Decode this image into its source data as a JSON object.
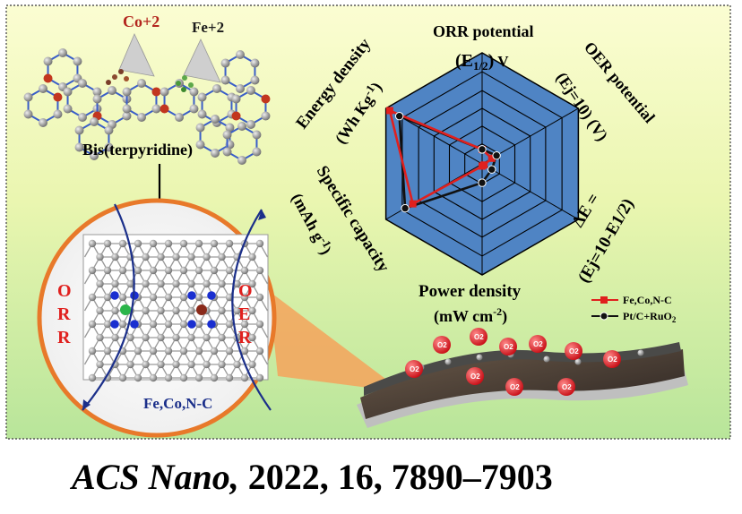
{
  "precursor": {
    "cobalt_ion": "Co+2",
    "iron_ion": "Fe+2",
    "ligand_label": "Bis(terpyridine)"
  },
  "catalyst": {
    "label": "Fe,Co,N-C",
    "orr_letters": [
      "O",
      "R",
      "R"
    ],
    "oer_letters": [
      "O",
      "E",
      "R"
    ]
  },
  "radar": {
    "axes": {
      "orr_title": "ORR potential",
      "orr_unit": "(E1/2) V",
      "oer_title": "OER potential",
      "oer_unit": "(Ej=10) (V)",
      "delta_title": "ΔE =",
      "delta_unit": "(Ej=10-E1/2)",
      "power_title": "Power density",
      "power_unit": "(mW cm-2)",
      "capacity_title": "Specific capacity",
      "capacity_unit": "(mAh g-1)",
      "energy_title": "Energy density",
      "energy_unit": "(Wh Kg-1)"
    },
    "legend": [
      {
        "name": "Fe,Co,N-C",
        "color": "#e0201e"
      },
      {
        "name": "Pt/C+RuO2",
        "color": "#111111"
      }
    ]
  },
  "oxygen_label": "O2",
  "citation": {
    "journal": "ACS Nano,",
    "rest": " 2022, 16, 7890–7903"
  },
  "colors": {
    "radar_fill": "#4f84c4",
    "red_series": "#e0201e",
    "oxygen_bubble": "#d8141c",
    "circle_border": "#e8792a",
    "arc_blue": "#1b2f8a"
  }
}
